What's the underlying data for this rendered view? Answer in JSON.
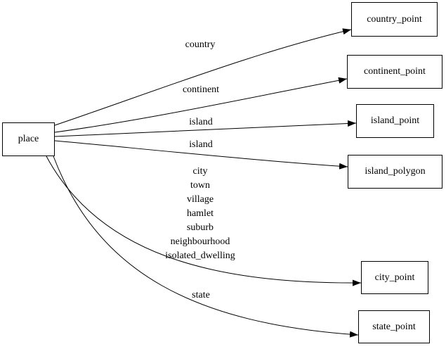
{
  "diagram": {
    "type": "directed-graph",
    "colors": {
      "background": "#ffffff",
      "stroke": "#000000",
      "text": "#000000"
    },
    "nodes": [
      {
        "id": "place",
        "label": "place"
      },
      {
        "id": "country_point",
        "label": "country_point"
      },
      {
        "id": "continent_point",
        "label": "continent_point"
      },
      {
        "id": "island_point",
        "label": "island_point"
      },
      {
        "id": "island_polygon",
        "label": "island_polygon"
      },
      {
        "id": "city_point",
        "label": "city_point"
      },
      {
        "id": "state_point",
        "label": "state_point"
      }
    ],
    "edges": [
      {
        "from": "place",
        "to": "country_point",
        "label": "country"
      },
      {
        "from": "place",
        "to": "continent_point",
        "label": "continent"
      },
      {
        "from": "place",
        "to": "island_point",
        "label": "island"
      },
      {
        "from": "place",
        "to": "island_polygon",
        "label": "island"
      },
      {
        "from": "place",
        "to": "city_point",
        "label_lines": [
          "city",
          "town",
          "village",
          "hamlet",
          "suburb",
          "neighbourhood",
          "isolated_dwelling"
        ]
      },
      {
        "from": "place",
        "to": "state_point",
        "label": "state"
      }
    ]
  }
}
